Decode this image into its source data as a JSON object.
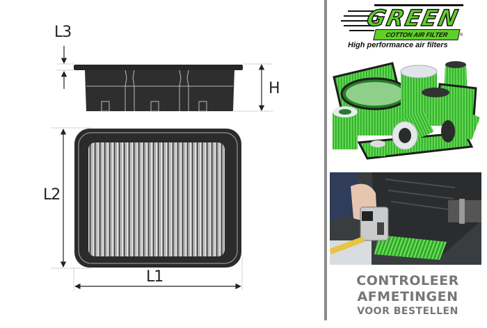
{
  "diagram": {
    "labels": {
      "l3": "L3",
      "h": "H",
      "l2": "L2",
      "l1": "L1"
    },
    "colors": {
      "frame": "#2b2b2b",
      "pleat_light": "#b8b8b8",
      "pleat_dark": "#555555",
      "dimension_line": "#333333"
    }
  },
  "brand": {
    "name": "GREEN",
    "subtitle": "COTTON AIR FILTER",
    "tagline": "High performance air filters",
    "registered": "®",
    "accent_color": "#5fcf2a"
  },
  "images": {
    "product_range": "green-air-filters-product-range-photo",
    "measuring": "measuring-air-filter-with-tape-photo"
  },
  "cta": {
    "line1": "CONTROLEER",
    "line2": "AFMETINGEN",
    "line3": "VOOR BESTELLEN"
  }
}
